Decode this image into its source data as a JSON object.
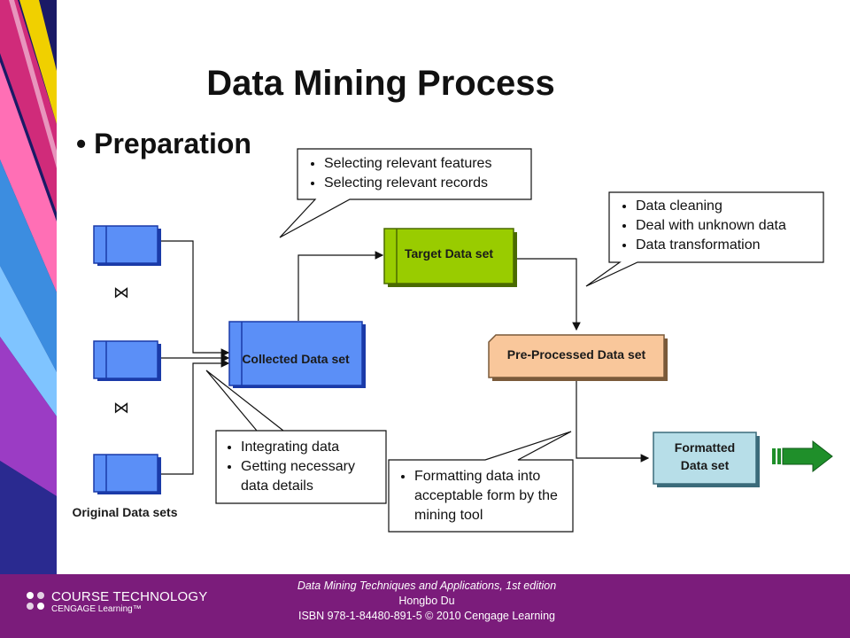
{
  "slide": {
    "title": "Data Mining Process",
    "bullet": "Preparation"
  },
  "diagram": {
    "nodes": {
      "original_label": "Original Data sets",
      "collected": "Collected Data set",
      "target": "Target Data set",
      "preprocessed": "Pre-Processed Data set",
      "formatted_line1": "Formatted",
      "formatted_line2": "Data set"
    },
    "callouts": {
      "selection": [
        "Selecting relevant features",
        "Selecting relevant records"
      ],
      "preprocessing": [
        "Data cleaning",
        "Deal with unknown data",
        "Data transformation"
      ],
      "integration": [
        "Integrating data",
        "Getting necessary data details"
      ],
      "formatting": [
        "Formatting data into acceptable form by the mining tool"
      ]
    },
    "join_symbol": "⋈",
    "colors": {
      "collected": "#5b8ff7",
      "original": "#5b8ff7",
      "target": "#99cc00",
      "preprocessed": "#f9c79b",
      "formatted": "#b7dee8",
      "arrow": "#1f8f2a"
    }
  },
  "footer": {
    "book_title": "Data Mining Techniques and Applications, 1st edition",
    "author": "Hongbo Du",
    "isbn": "ISBN 978-1-84480-891-5 © 2010 Cengage Learning",
    "logo_line1": "COURSE TECHNOLOGY",
    "logo_line2": "CENGAGE Learning™",
    "color": "#7b1c7b"
  }
}
